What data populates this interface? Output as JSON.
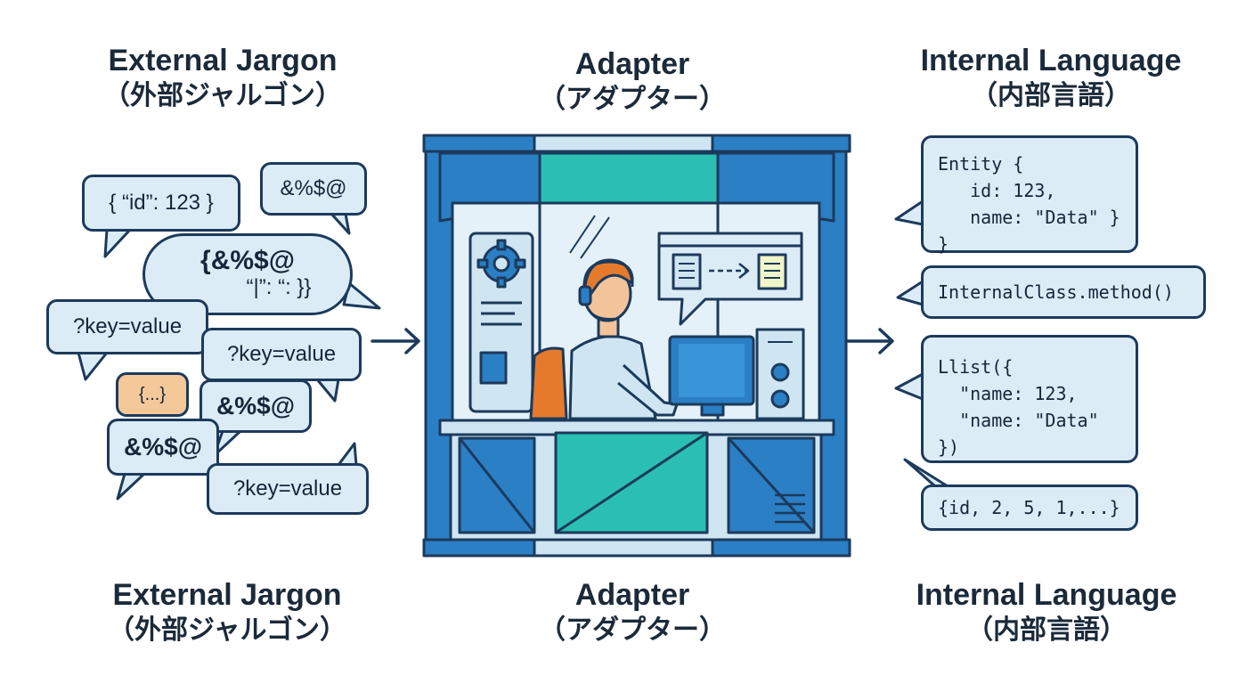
{
  "titles": {
    "left_top": {
      "en": "External Jargon",
      "jp": "（外部ジャルゴン）"
    },
    "center_top": {
      "en": "Adapter",
      "jp": "（アダプター）"
    },
    "right_top": {
      "en": "Internal Language",
      "jp": "（内部言語）"
    },
    "left_bottom": {
      "en": "External Jargon",
      "jp": "（外部ジャルゴン）"
    },
    "center_bottom": {
      "en": "Adapter",
      "jp": "（アダプター）"
    },
    "right_bottom": {
      "en": "Internal Language",
      "jp": "（内部言語）"
    }
  },
  "external_bubbles": [
    "{ “id”: 123 }",
    "&%$@",
    "{&%$@",
    "“|”: “: }}",
    "?key=value",
    "?key=value",
    "{...}",
    "&%$@",
    "&%$@",
    "?key=value"
  ],
  "internal_bubbles": [
    "Entity {\n   id: 123,\n   name: \"Data\" }\n}",
    "InternalClass.method()",
    "Llist({\n  \"name: 123,\n  \"name: \"Data\"\n})",
    "{id, 2, 5, 1,...}"
  ],
  "colors": {
    "outline": "#1c3a5c",
    "bubble_fill": "#dcecf6",
    "accent_orange": "#f5c89a",
    "booth_blue": "#2b7fc4",
    "booth_teal": "#2bbfb3",
    "booth_light": "#cfe6f2"
  },
  "icons": {
    "gear": "gear-icon",
    "headset_person": "operator-icon",
    "monitor": "monitor-icon",
    "document": "document-icon",
    "arrow": "arrow-right-icon"
  }
}
